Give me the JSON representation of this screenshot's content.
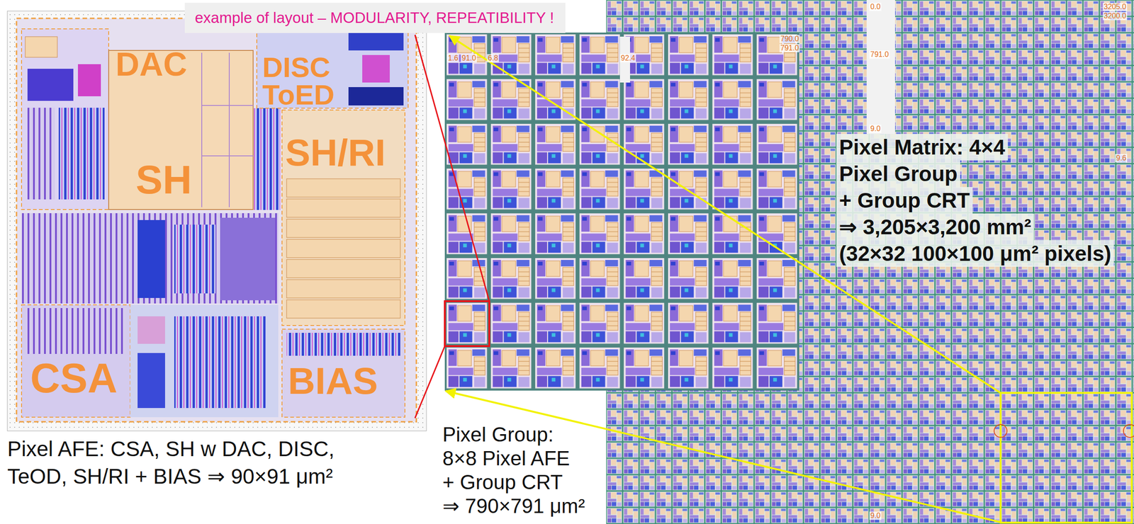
{
  "diagram": {
    "nodes": [
      {
        "text": [
          "example of layout – MODULARITY, REPEATIBILITY !"
        ]
      }
    ],
    "labels": [
      "DAC",
      "DISC",
      "ToED",
      "SH",
      "SH/RI",
      "CSA",
      "BIAS",
      "Pixel AFE: CSA, SH w DAC, DISC, TeOD, SH/RI + BIAS ⇒ 90×91 μm²",
      "Pixel Group:",
      "8×8 Pixel AFE",
      "+ Group CRT",
      "⇒ 790×791 μm²",
      "Pixel Matrix: 4×4",
      "Pixel Group",
      "+ Group CRT",
      "⇒ 3,205×3,200 mm²",
      "(32×32 100×100 μm² pixels)",
      "1.6",
      "91.0",
      "6.8",
      "92.4",
      "790.0",
      "791.0",
      "0.0",
      "791.0",
      "9.0",
      "3205.0",
      "3200.0",
      "9.6",
      "9.0"
    ]
  }
}
